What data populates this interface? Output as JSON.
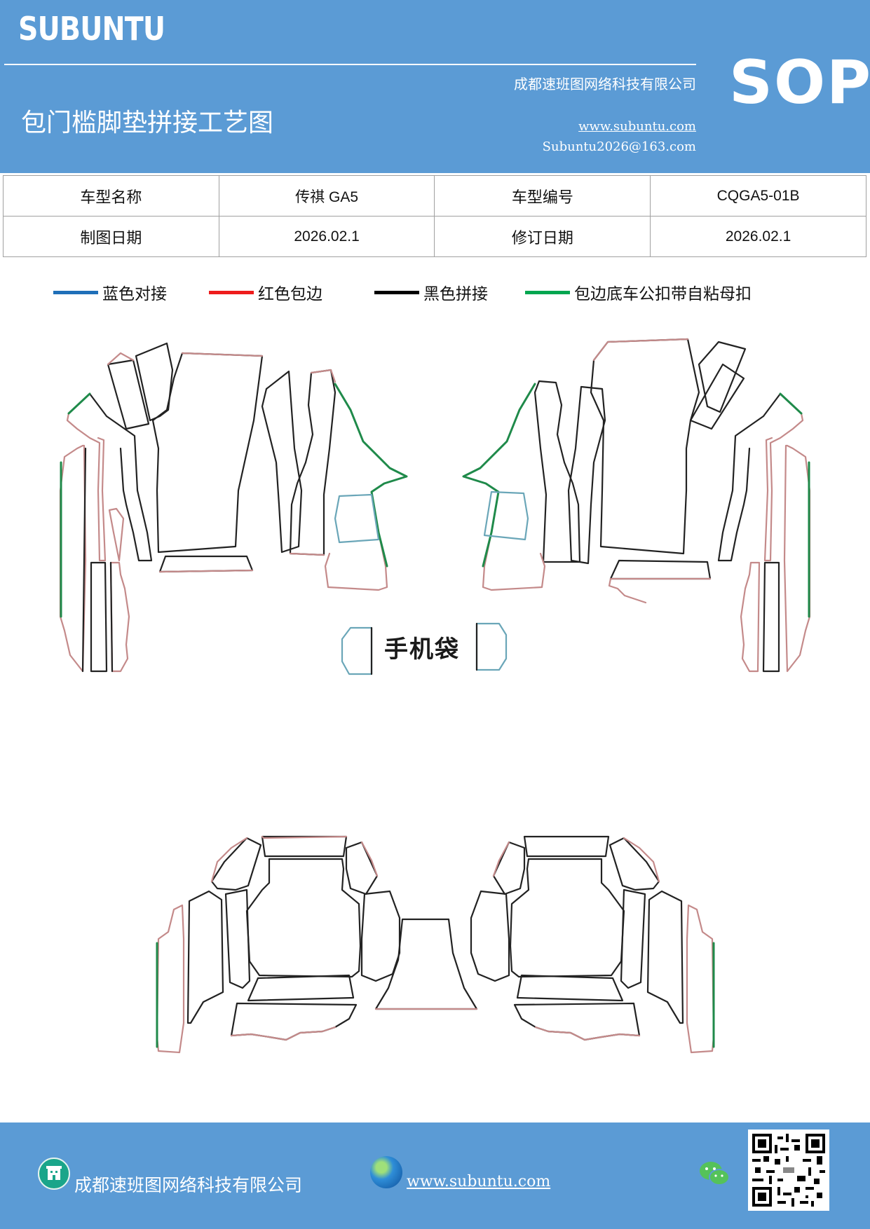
{
  "header": {
    "brand": "SUBUNTU",
    "badge": "SOP",
    "company": "成都速班图网络科技有限公司",
    "title": "包门槛脚垫拼接工艺图",
    "website": "www.subuntu.com",
    "email": "Subuntu2026@163.com",
    "bg_color": "#5b9bd5"
  },
  "info_table": {
    "model_name_label": "车型名称",
    "model_name_value": "传祺 GA5",
    "model_code_label": "车型编号",
    "model_code_value": "CQGA5-01B",
    "draw_date_label": "制图日期",
    "draw_date_value": "2026.02.1",
    "revise_date_label": "修订日期",
    "revise_date_value": "2026.02.1"
  },
  "legend": [
    {
      "label": "蓝色对接",
      "color": "#1f6fb8"
    },
    {
      "label": "红色包边",
      "color": "#ee1c1c"
    },
    {
      "label": "黑色拼接",
      "color": "#000000"
    },
    {
      "label": "包边底车公扣带自粘母扣",
      "color": "#00a650"
    }
  ],
  "drawing": {
    "phone_pocket_label": "手机袋",
    "stroke_colors": {
      "edge": "#c48a8a",
      "seam": "#222222",
      "butt": "#6aa6b8",
      "strap": "#1f8a4a"
    }
  },
  "footer": {
    "company": "成都速班图网络科技有限公司",
    "website": "www.subuntu.com",
    "icons": [
      "building-icon",
      "globe-icon",
      "wechat-icon",
      "qr-code"
    ]
  }
}
